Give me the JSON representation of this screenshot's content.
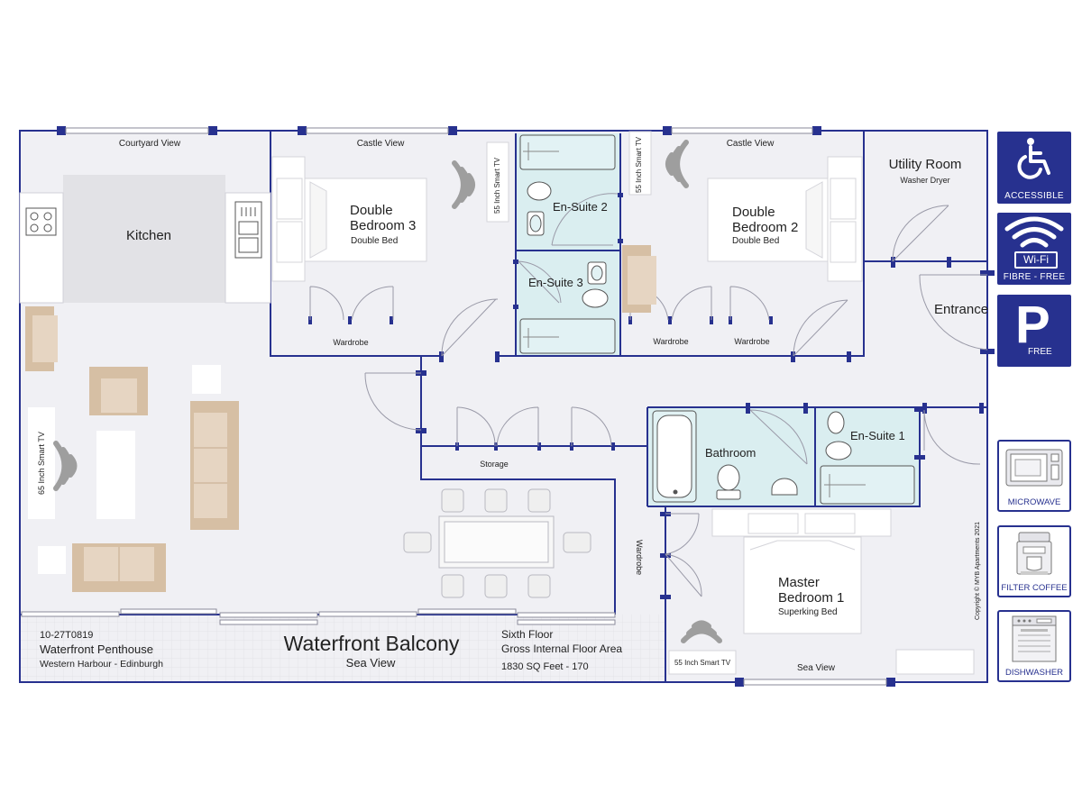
{
  "views": {
    "courtyard": "Courtyard View",
    "castle_left": "Castle View",
    "castle_right": "Castle View",
    "sea": "Sea View"
  },
  "rooms": {
    "kitchen": "Kitchen",
    "double_bedroom_3": "Double\nBedroom 3",
    "double_bedroom_3_bed": "Double Bed",
    "ensuite_2": "En-Suite 2",
    "ensuite_3": "En-Suite 3",
    "double_bedroom_2": "Double\nBedroom 2",
    "double_bedroom_2_bed": "Double Bed",
    "utility_room": "Utility Room",
    "washer_dryer": "Washer Dryer",
    "entrance": "Entrance",
    "bathroom": "Bathroom",
    "ensuite_1": "En-Suite 1",
    "master_bedroom": "Master\nBedroom 1",
    "master_bed": "Superking  Bed",
    "balcony": "Waterfront Balcony",
    "balcony_sub": "Sea View"
  },
  "storage": {
    "wardrobe_a": "Wardrobe",
    "wardrobe_b": "Wardrobe",
    "wardrobe_c": "Wardrobe",
    "wardrobe_d": "Wardrobe",
    "storage": "Storage"
  },
  "tvs": {
    "tv_lounge": "65 Inch Smart TV",
    "tv_bed3": "55 Inch Smart TV",
    "tv_bed2": "55 Inch Smart TV",
    "tv_master": "55 Inch Smart TV"
  },
  "info": {
    "ref": "10-27T0819",
    "name": "Waterfront Penthouse",
    "location": "Western Harbour - Edinburgh",
    "floor": "Sixth Floor",
    "area_label": "Gross Internal Floor Area",
    "area_value": "1830 SQ Feet  - 170",
    "copyright": "Copyright © MYB Apartments 2021"
  },
  "badges": {
    "accessible": "ACCESSIBLE",
    "wifi_word": "Wi-Fi",
    "wifi_caption": "FIBRE - FREE",
    "parking_letter": "P",
    "parking_caption": "FREE"
  },
  "amenities": {
    "microwave": "MICROWAVE",
    "filter_coffee": "FILTER COFFEE",
    "dishwasher": "DISHWASHER"
  },
  "colors": {
    "wall": "#27318f",
    "floor": "#f0f0f4",
    "wet_room": "#daeef0",
    "furniture": "#d6bfa4",
    "badge": "#27318f",
    "signal": "#9e9e9e"
  },
  "icons": [
    "wheelchair-icon",
    "wifi-icon",
    "parking-icon",
    "microwave-icon",
    "coffee-machine-icon",
    "dishwasher-icon",
    "signal-icon",
    "door-swing-icon"
  ]
}
